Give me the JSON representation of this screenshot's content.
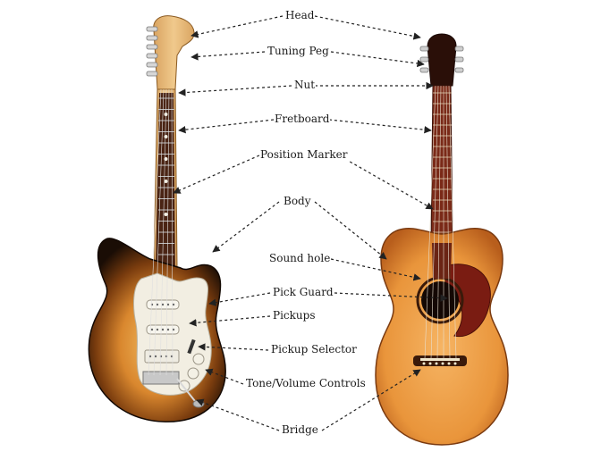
{
  "labels": {
    "head": "Head",
    "tuning_peg": "Tuning Peg",
    "nut": "Nut",
    "fretboard": "Fretboard",
    "position_marker": "Position Marker",
    "body": "Body",
    "sound_hole": "Sound hole",
    "pick_guard": "Pick Guard",
    "pickups": "Pickups",
    "pickup_selector": "Pickup Selector",
    "tone_volume_controls": "Tone/Volume Controls",
    "bridge": "Bridge"
  },
  "colors": {
    "sunburst_edge": "#1a0d05",
    "sunburst_mid": "#7a3c0e",
    "sunburst_center": "#e8a548",
    "electric_pickguard": "#f2eee2",
    "maple_neck": "#e6b878",
    "rosewood": "#4a2414",
    "acoustic_top": "#e9953b",
    "acoustic_edge": "#b85e1c",
    "acoustic_neck": "#7a2a18",
    "tortoise_pickguard": "#7a1c12",
    "chrome": "#c8c8c8",
    "arrow": "#333333"
  }
}
